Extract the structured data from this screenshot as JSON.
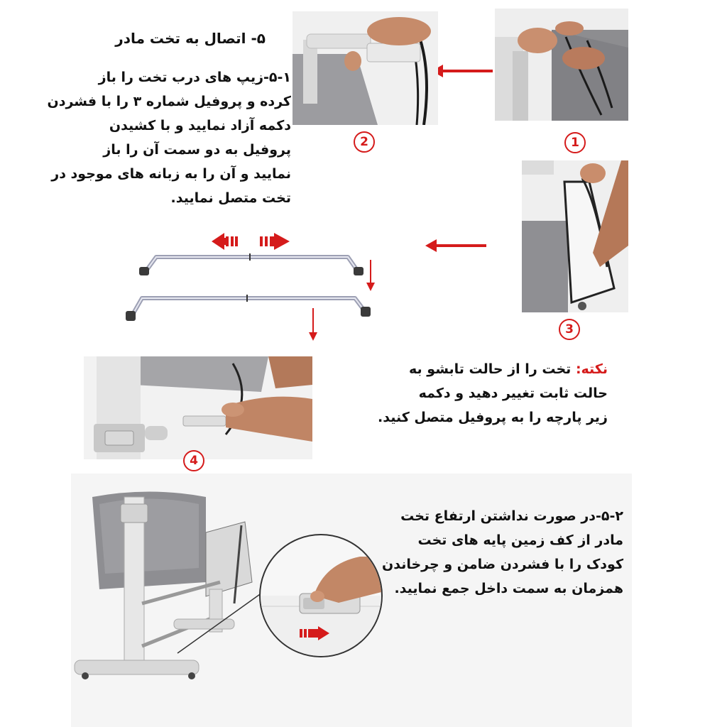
{
  "section_heading": "۵- اتصال به تخت مادر",
  "step_5_1": {
    "lines": [
      "۵-۱-زیپ های درب تخت را باز",
      "کرده و پروفیل شماره ۳ را با فشردن",
      "دکمه آزاد نمایید و با کشیدن",
      "پروفیل به دو سمت آن را باز",
      "نمایید و آن را به زبانه های موجود در",
      "تخت متصل نمایید."
    ]
  },
  "note": {
    "label": "نکته:",
    "lines": [
      "تخت را از حالت تابشو به",
      "حالت ثابت تغییر دهید و دکمه",
      "زیر پارچه را به پروفیل متصل کنید."
    ]
  },
  "step_5_2": {
    "lines": [
      "۵-۲-در صورت نداشتن ارتفاع تخت",
      "مادر از کف زمین پایه های تخت",
      "کودک را با فشردن ضامن و چرخاندن",
      "همزمان به سمت داخل جمع نمایید."
    ]
  },
  "step_numbers": [
    "1",
    "2",
    "3",
    "4"
  ],
  "colors": {
    "accent": "#d51b1b",
    "text": "#111111"
  },
  "icons": [
    "arrow-left-icon",
    "arrow-right-icon",
    "arrow-down-icon"
  ]
}
